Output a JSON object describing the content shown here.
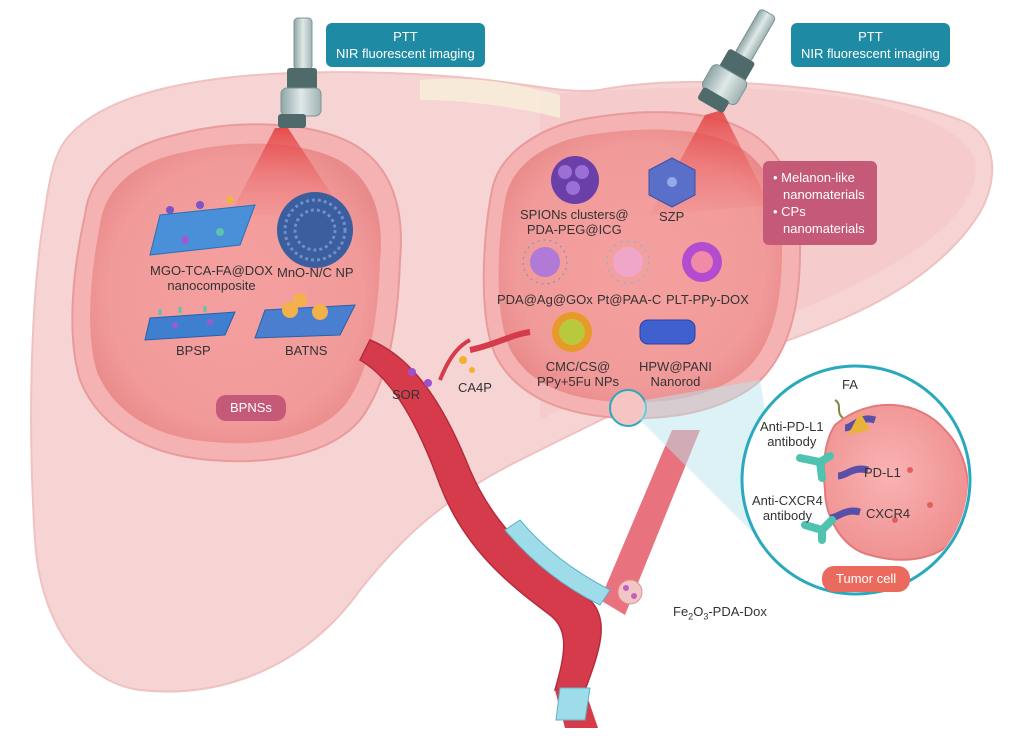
{
  "probes": {
    "left": {
      "line1": "PTT",
      "line2": "NIR fluorescent imaging"
    },
    "right": {
      "line1": "PTT",
      "line2": "NIR fluorescent imaging"
    }
  },
  "left_tumor": {
    "items": {
      "mgo": {
        "line1": "MGO-TCA-FA@DOX",
        "line2": "nanocomposite"
      },
      "mno": "MnO-N/C NP",
      "bpsp": "BPSP",
      "batns": "BATNS"
    },
    "group_label": "BPNSs"
  },
  "right_tumor": {
    "items": {
      "spions": {
        "line1": "SPIONs clusters@",
        "line2": "PDA-PEG@ICG"
      },
      "szp": "SZP",
      "pda": "PDA@Ag@GOx",
      "pt": "Pt@PAA-C",
      "plt": "PLT-PPy-DOX",
      "cmc": {
        "line1": "CMC/CS@",
        "line2": "PPy+5Fu NPs"
      },
      "hpw": {
        "line1": "HPW@PANI",
        "line2": "Nanorod"
      }
    },
    "classes": [
      "• Melanon-like",
      "nanomaterials",
      "• CPs",
      "nanomaterials"
    ]
  },
  "vessel": {
    "sor": "SOR",
    "ca4p": "CA4P",
    "fe": {
      "prefix": "Fe",
      "sub1": "2",
      "mid": "O",
      "sub2": "3",
      "suffix": "-PDA-Dox"
    }
  },
  "tumor_cell": {
    "fa": "FA",
    "anti_pdl1": {
      "line1": "Anti-PD-L1",
      "line2": "antibody"
    },
    "pdl1": "PD-L1",
    "anti_cxcr4": {
      "line1": "Anti-CXCR4",
      "line2": "antibody"
    },
    "cxcr4": "CXCR4",
    "label": "Tumor cell"
  },
  "colors": {
    "liver": "#f6cfcf",
    "tumor": "#f3a3a3",
    "vessel": "#d9404f",
    "probe_tag": "#1f8aa3",
    "class_tag": "#c45a78",
    "tumor_cell_tag": "#ea6a5e",
    "zoom_circle": "#2aa9be"
  }
}
